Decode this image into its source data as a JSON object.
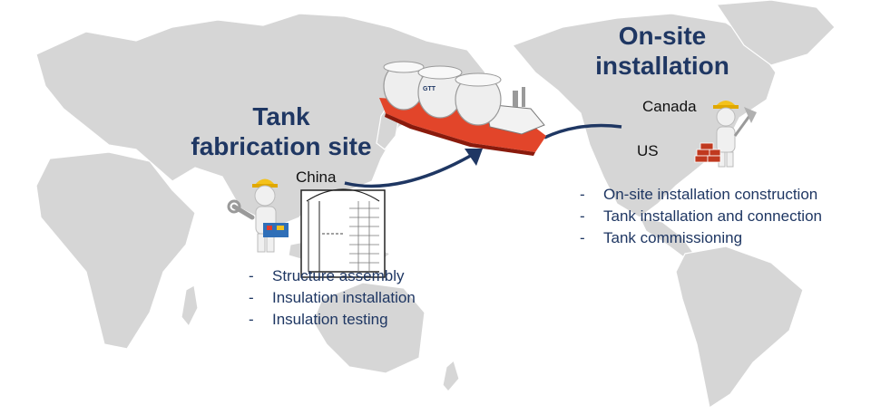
{
  "fabrication": {
    "heading_line1": "Tank",
    "heading_line2": "fabrication site",
    "country": "China",
    "tasks": [
      "Structure assembly",
      "Insulation installation",
      "Insulation testing"
    ]
  },
  "installation": {
    "heading_line1": "On-site",
    "heading_line2": "installation",
    "country_north": "Canada",
    "country_south": "US",
    "tasks": [
      "On-site installation construction",
      "Tank installation and connection",
      "Tank commissioning"
    ]
  },
  "ship": {
    "tank_logo": "GTT"
  },
  "colors": {
    "heading": "#1f3763",
    "land": "#d6d6d6",
    "arrow": "#1f3763",
    "hull": "#e2452a",
    "tank": "#eeeeee"
  },
  "icons": {
    "worker_left": "worker-with-wrench-and-toolbox-icon",
    "worker_right": "worker-with-trowel-and-bricks-icon",
    "drawing": "tank-engineering-drawing",
    "ship": "lng-carrier-ship-icon"
  }
}
